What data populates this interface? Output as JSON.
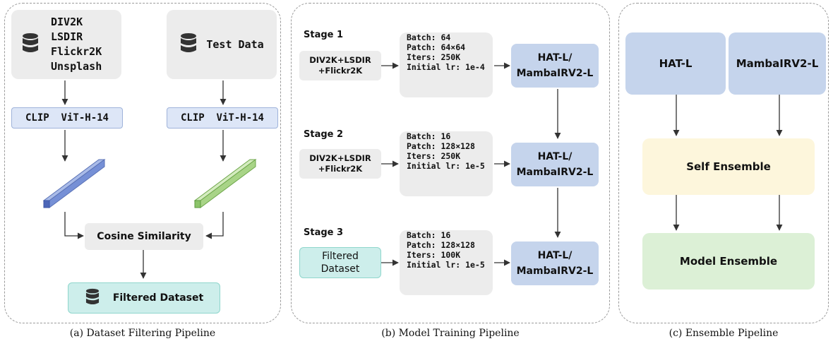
{
  "panel_a": {
    "datasets": [
      "DIV2K",
      "LSDIR",
      "Flickr2K",
      "Unsplash"
    ],
    "test_data": "Test Data",
    "clip_left": "CLIP  ViT-H-14",
    "clip_right": "CLIP  ViT-H-14",
    "cosine": "Cosine Similarity",
    "filtered": "Filtered Dataset",
    "caption": "(a) Dataset Filtering Pipeline",
    "colors": {
      "left_bar": "#8aa2dc",
      "right_bar": "#b6dc9a",
      "filtered_bg": "#cdeeeb"
    }
  },
  "panel_b": {
    "stages": [
      {
        "label": "Stage 1",
        "source_line1": "DIV2K+LSDIR",
        "source_line2": "+Flickr2K",
        "batch": "Batch: 64",
        "patch": "Patch: 64×64",
        "iters": "Iters: 250K",
        "lr": "Initial lr: 1e-4",
        "model_line1": "HAT-L/",
        "model_line2": "MambaIRV2-L"
      },
      {
        "label": "Stage 2",
        "source_line1": "DIV2K+LSDIR",
        "source_line2": "+Flickr2K",
        "batch": "Batch: 16",
        "patch": "Patch: 128×128",
        "iters": "Iters: 250K",
        "lr": "Initial lr: 1e-5",
        "model_line1": "HAT-L/",
        "model_line2": "MambaIRV2-L"
      },
      {
        "label": "Stage 3",
        "source_line1": "Filtered",
        "source_line2": "Dataset",
        "batch": "Batch: 16",
        "patch": "Patch: 128×128",
        "iters": "Iters: 100K",
        "lr": "Initial lr: 1e-5",
        "model_line1": "HAT-L/",
        "model_line2": "MambaIRV2-L"
      }
    ],
    "caption": "(b) Model Training Pipeline"
  },
  "panel_c": {
    "model_a": "HAT-L",
    "model_b": "MambaIRV2-L",
    "self_ensemble": "Self Ensemble",
    "model_ensemble": "Model Ensemble",
    "caption": "(c) Ensemble Pipeline",
    "colors": {
      "self_bg": "#fdf6dc",
      "model_bg": "#dcf0d6"
    }
  }
}
